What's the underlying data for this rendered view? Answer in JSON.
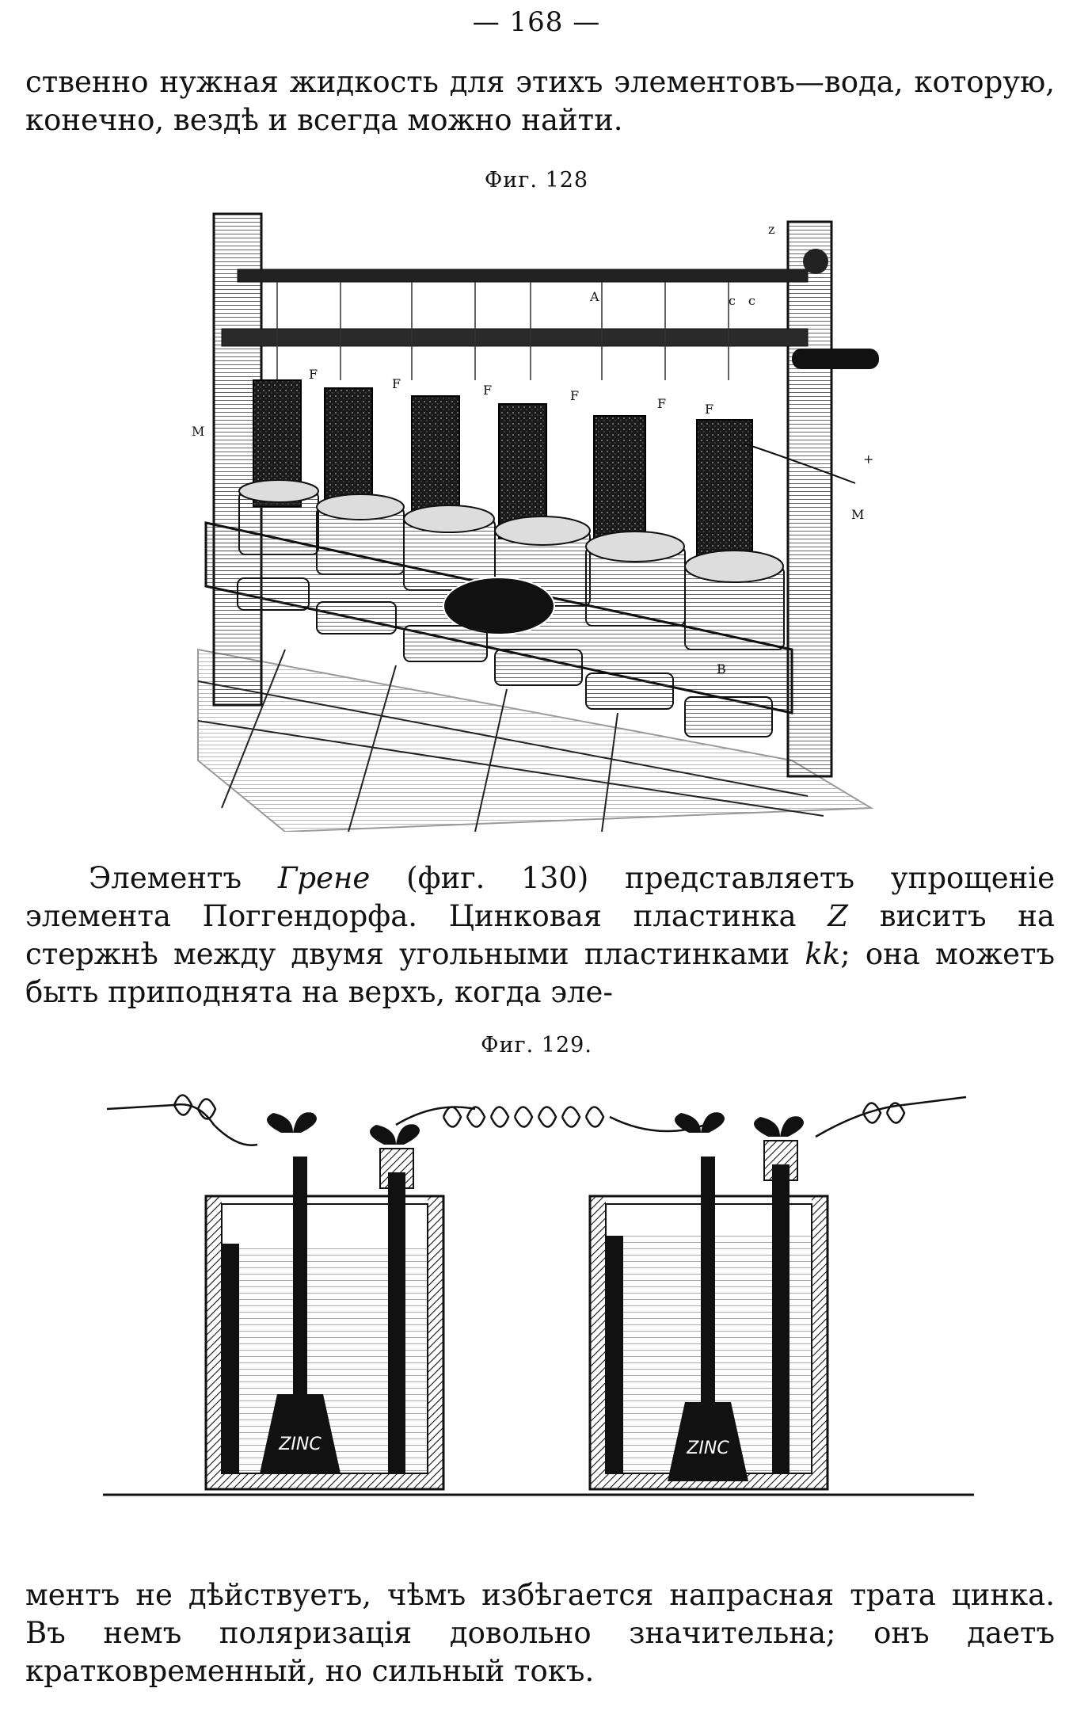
{
  "page": {
    "number": "— 168 —"
  },
  "paragraphs": [
    {
      "text": "ственно нужная жидкость для этихъ элементовъ—вода, которую, конечно, вездѣ и всегда можно найти."
    },
    {
      "before_italic": "Элементъ ",
      "italic": "Грене",
      "after_italic": " (фиг. 130) представляетъ упрощеніе элемента Поггендорфа. Цинковая пластинка ",
      "italic_2": "Z",
      "after_italic_2": " виситъ на стержнѣ между двумя угольными пластинками ",
      "italic_3": "kk",
      "after_italic_3": "; она можетъ быть приподнята на верхъ, когда эле-"
    },
    {
      "text": "ментъ не дѣйствуетъ, чѣмъ избѣгается напрасная трата цинка. Въ немъ поляризація довольно значительна; онъ даетъ кратковременный, но сильный токъ."
    }
  ],
  "figures": [
    {
      "caption": "Фиг. 128",
      "labels": [
        "F",
        "F",
        "F",
        "F",
        "F",
        "F",
        "A",
        "c",
        "c",
        "z",
        "M",
        "M",
        "B",
        "+"
      ]
    },
    {
      "caption": "Фиг. 129.",
      "zinc_labels": [
        "ZINC",
        "ZINC"
      ]
    }
  ]
}
